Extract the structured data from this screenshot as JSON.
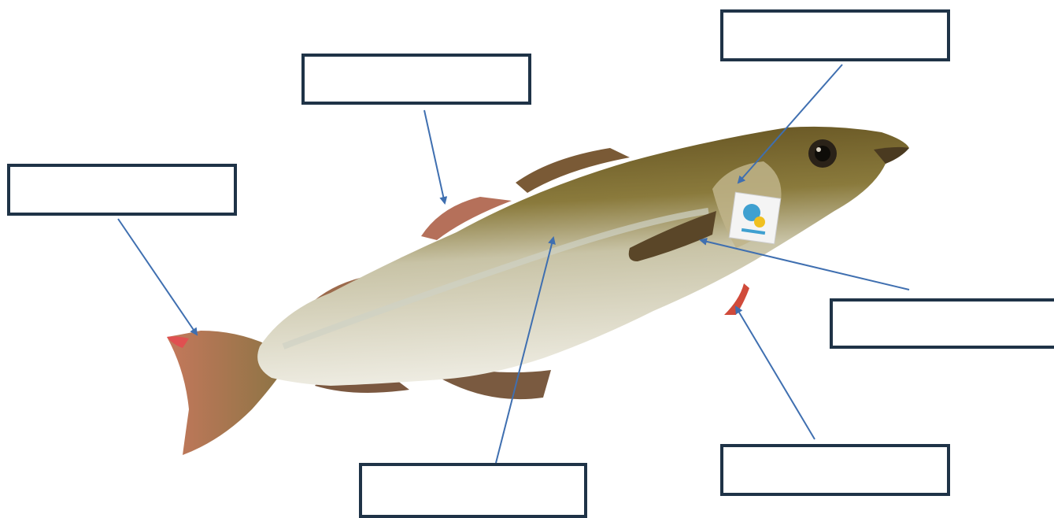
{
  "diagram": {
    "colors": {
      "box_border": "#1f3347",
      "arrow": "#3f6fb0",
      "fish_back": "#6d5a26",
      "fish_belly": "#e9e6d8",
      "fins": "#c06a58"
    },
    "labels": [
      {
        "id": "dorsal-fin",
        "text": ""
      },
      {
        "id": "gill-cover",
        "text": ""
      },
      {
        "id": "tail-fin",
        "text": ""
      },
      {
        "id": "pectoral-fin",
        "text": ""
      },
      {
        "id": "pelvic-fin",
        "text": ""
      },
      {
        "id": "lateral-line",
        "text": ""
      }
    ]
  }
}
